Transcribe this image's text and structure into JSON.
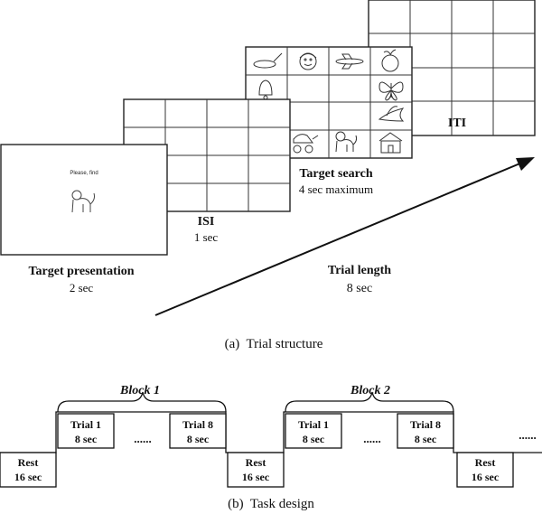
{
  "trial_structure": {
    "screens": {
      "target_presentation": {
        "prompt": "Please, find",
        "label": "Target presentation",
        "duration": "2 sec",
        "target_icon": "monkey-icon"
      },
      "isi": {
        "label": "ISI",
        "duration": "1 sec"
      },
      "target_search": {
        "label": "Target search",
        "duration": "4 sec maximum",
        "icons": [
          "pan-icon",
          "face-icon",
          "airplane-icon",
          "apple-icon",
          "bell-icon",
          "butterfly-icon",
          "bird-icon",
          "stroller-icon",
          "monkey-icon",
          "house-icon"
        ]
      },
      "iti": {
        "label": "ITI"
      }
    },
    "arrow": {
      "label": "Trial length",
      "duration": "8 sec"
    },
    "caption": "(a)  Trial structure"
  },
  "task_design": {
    "blocks": [
      {
        "label": "Block 1",
        "first_trial": "Trial 1",
        "last_trial": "Trial 8",
        "trial_duration": "8 sec"
      },
      {
        "label": "Block 2",
        "first_trial": "Trial 1",
        "last_trial": "Trial 8",
        "trial_duration": "8 sec"
      }
    ],
    "rest": {
      "label": "Rest",
      "duration": "16 sec"
    },
    "ellipsis": "......",
    "caption": "(b)  Task design"
  }
}
